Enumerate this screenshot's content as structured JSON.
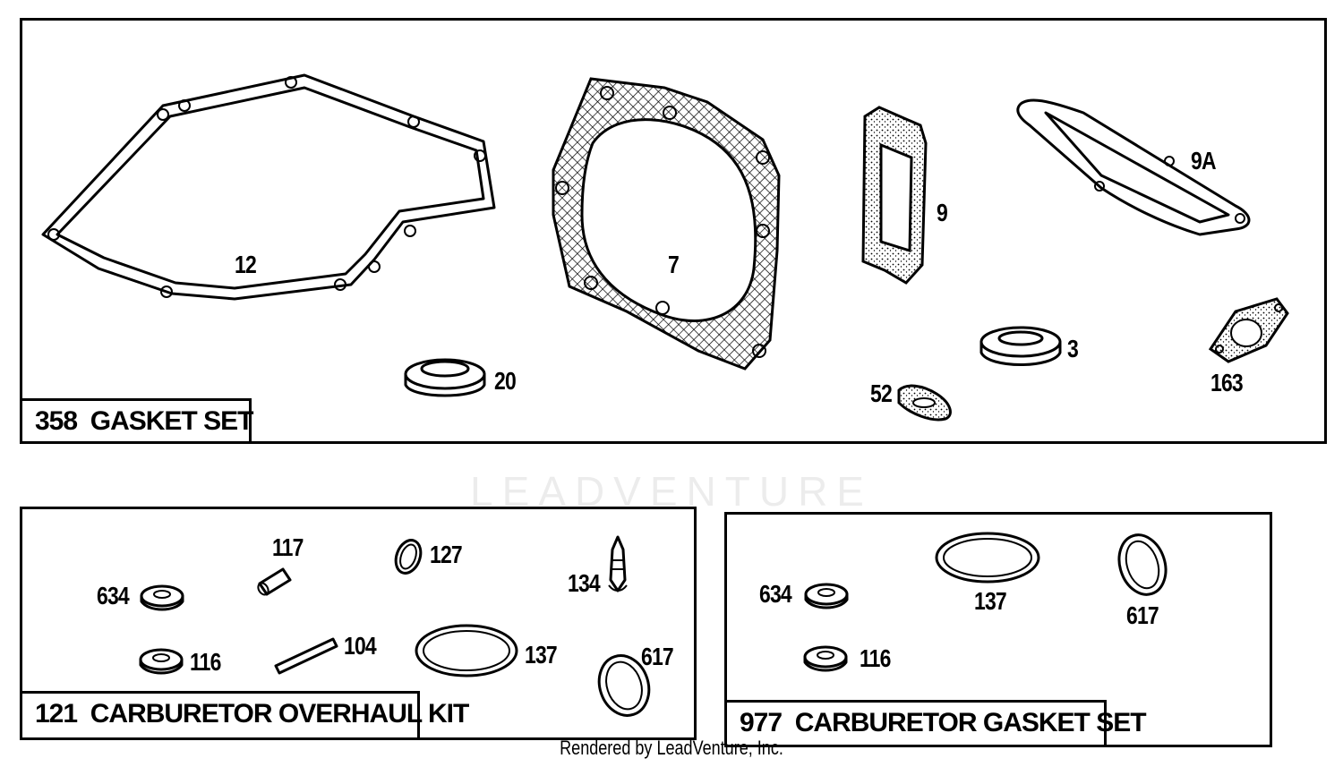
{
  "kits": [
    {
      "number": "358",
      "name": "GASKET SET"
    },
    {
      "number": "121",
      "name": "CARBURETOR OVERHAUL KIT"
    },
    {
      "number": "977",
      "name": "CARBURETOR GASKET SET"
    }
  ],
  "gasket_set_callouts": [
    "12",
    "7",
    "9",
    "9A",
    "20",
    "52",
    "3",
    "163"
  ],
  "overhaul_kit_callouts": [
    "634",
    "117",
    "127",
    "134",
    "116",
    "104",
    "137",
    "617"
  ],
  "gasket_kit_callouts": [
    "634",
    "137",
    "617",
    "116"
  ],
  "watermark": "LEADVENTURE",
  "footer": "Rendered by LeadVenture, Inc."
}
